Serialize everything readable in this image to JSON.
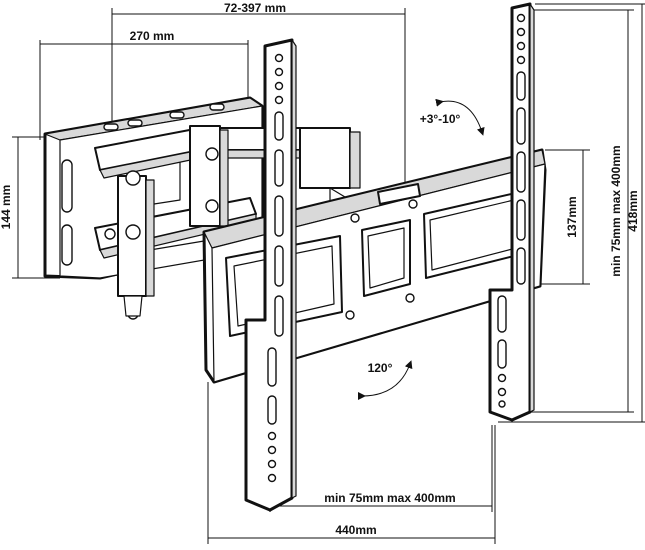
{
  "labels": {
    "extension": "72-397 mm",
    "wall_plate_width": "270 mm",
    "wall_plate_height": "144 mm",
    "tilt": "+3°-10°",
    "bracket_height": "137mm",
    "vesa_vertical": "min 75mm max 400mm",
    "overall_height": "418mm",
    "swivel": "120°",
    "vesa_horizontal": "min 75mm max 400mm",
    "overall_width": "440mm"
  },
  "colors": {
    "line": "#111111",
    "shade": "#d9d9d9",
    "background": "#ffffff"
  },
  "icons": {
    "tilt_arrow": "curved-double-arrow-icon",
    "swivel_arrow": "curved-double-arrow-icon"
  }
}
